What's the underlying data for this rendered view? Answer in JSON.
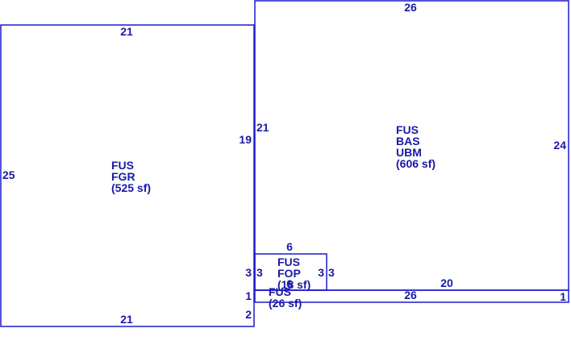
{
  "areas": {
    "garage": {
      "line1": "FUS",
      "line2": "FGR",
      "area": "(525 sf)"
    },
    "basement": {
      "line1": "FUS",
      "line2": "BAS",
      "line3": "UBM",
      "area": "(606 sf)"
    },
    "porch": {
      "line1": "FUS",
      "line2": "FOP",
      "area": "(18 sf)"
    },
    "strip": {
      "line1": "FUS",
      "area": "(26 sf)"
    }
  },
  "dimensions": {
    "garage_top": "21",
    "garage_bottom": "21",
    "garage_left": "25",
    "garage_right_upper": "19",
    "garage_right_mid": "3",
    "garage_right_low1": "1",
    "garage_right_low2": "2",
    "basement_top": "26",
    "basement_left": "21",
    "basement_right": "24",
    "basement_bottom": "20",
    "porch_top": "6",
    "porch_bottom": "6",
    "porch_left": "3",
    "porch_right_inner": "3",
    "porch_right_outer": "3",
    "strip_bottom": "26",
    "strip_right": "1"
  }
}
